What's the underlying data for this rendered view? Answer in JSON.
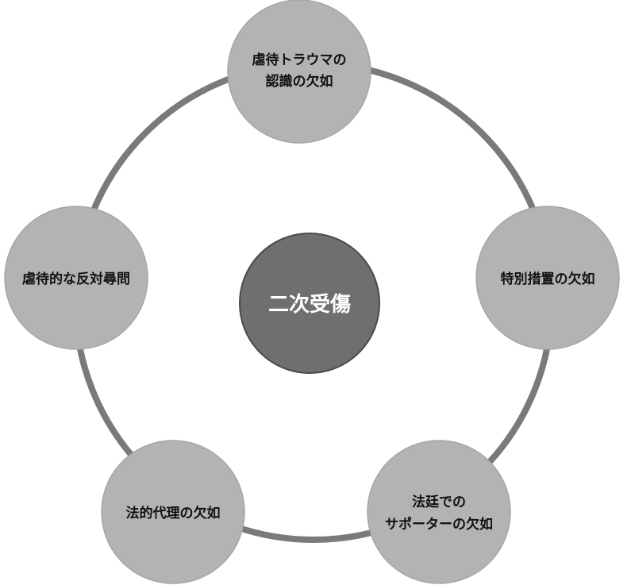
{
  "diagram": {
    "center": {
      "label": "二次受傷",
      "fill": "#6f6f6f"
    },
    "ring_color": "#7a7a7a",
    "node_fill": "#b3b3b3",
    "node_stroke": "#a6a6a6",
    "nodes": [
      {
        "id": "top",
        "lines": [
          "虐待トラウマの",
          "認識の欠如"
        ]
      },
      {
        "id": "right",
        "lines": [
          "特別措置の欠如"
        ]
      },
      {
        "id": "bottom-right",
        "lines": [
          "法廷での",
          "サポーターの欠如"
        ]
      },
      {
        "id": "bottom-left",
        "lines": [
          "法的代理の欠如"
        ]
      },
      {
        "id": "left",
        "lines": [
          "虐待的な反対尋問"
        ]
      }
    ]
  }
}
